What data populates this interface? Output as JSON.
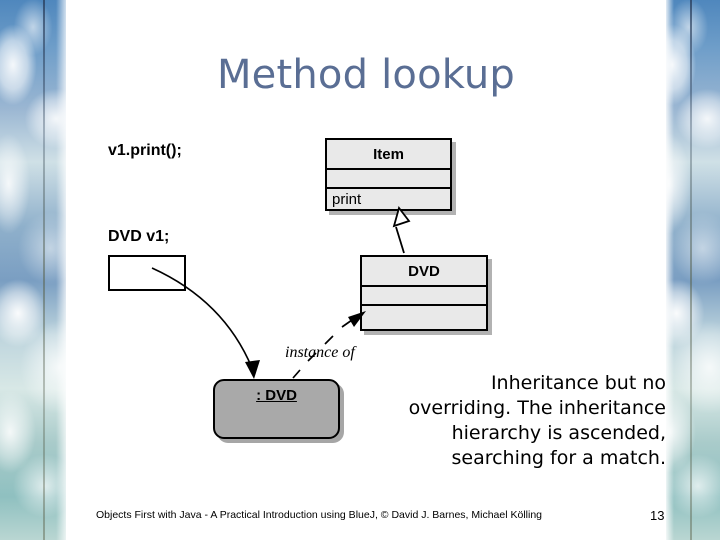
{
  "slide": {
    "title": "Method lookup",
    "title_color": "#5a6e94",
    "background_color": "#ffffff"
  },
  "code": {
    "call_statement": "v1.print();",
    "declaration": "DVD v1;"
  },
  "diagram": {
    "classes": [
      {
        "name": "Item",
        "attributes": "",
        "operations": "print",
        "fill_color": "#e9e9e9"
      },
      {
        "name": "DVD",
        "attributes": "",
        "operations": "",
        "fill_color": "#e9e9e9"
      }
    ],
    "object_instance": {
      "label": ": DVD",
      "fill_color": "#a9a9a9"
    },
    "annotations": {
      "instance_of": "instance of"
    },
    "variable_box": {
      "value": "",
      "fill_color": "#ffffff"
    }
  },
  "commentary": {
    "text": "Inheritance but no overriding. The inheritance hierarchy is ascended, searching for a match."
  },
  "footer": {
    "credit": "Objects First with Java - A Practical Introduction using BlueJ, © David J. Barnes, Michael Kölling",
    "page_number": "13"
  }
}
